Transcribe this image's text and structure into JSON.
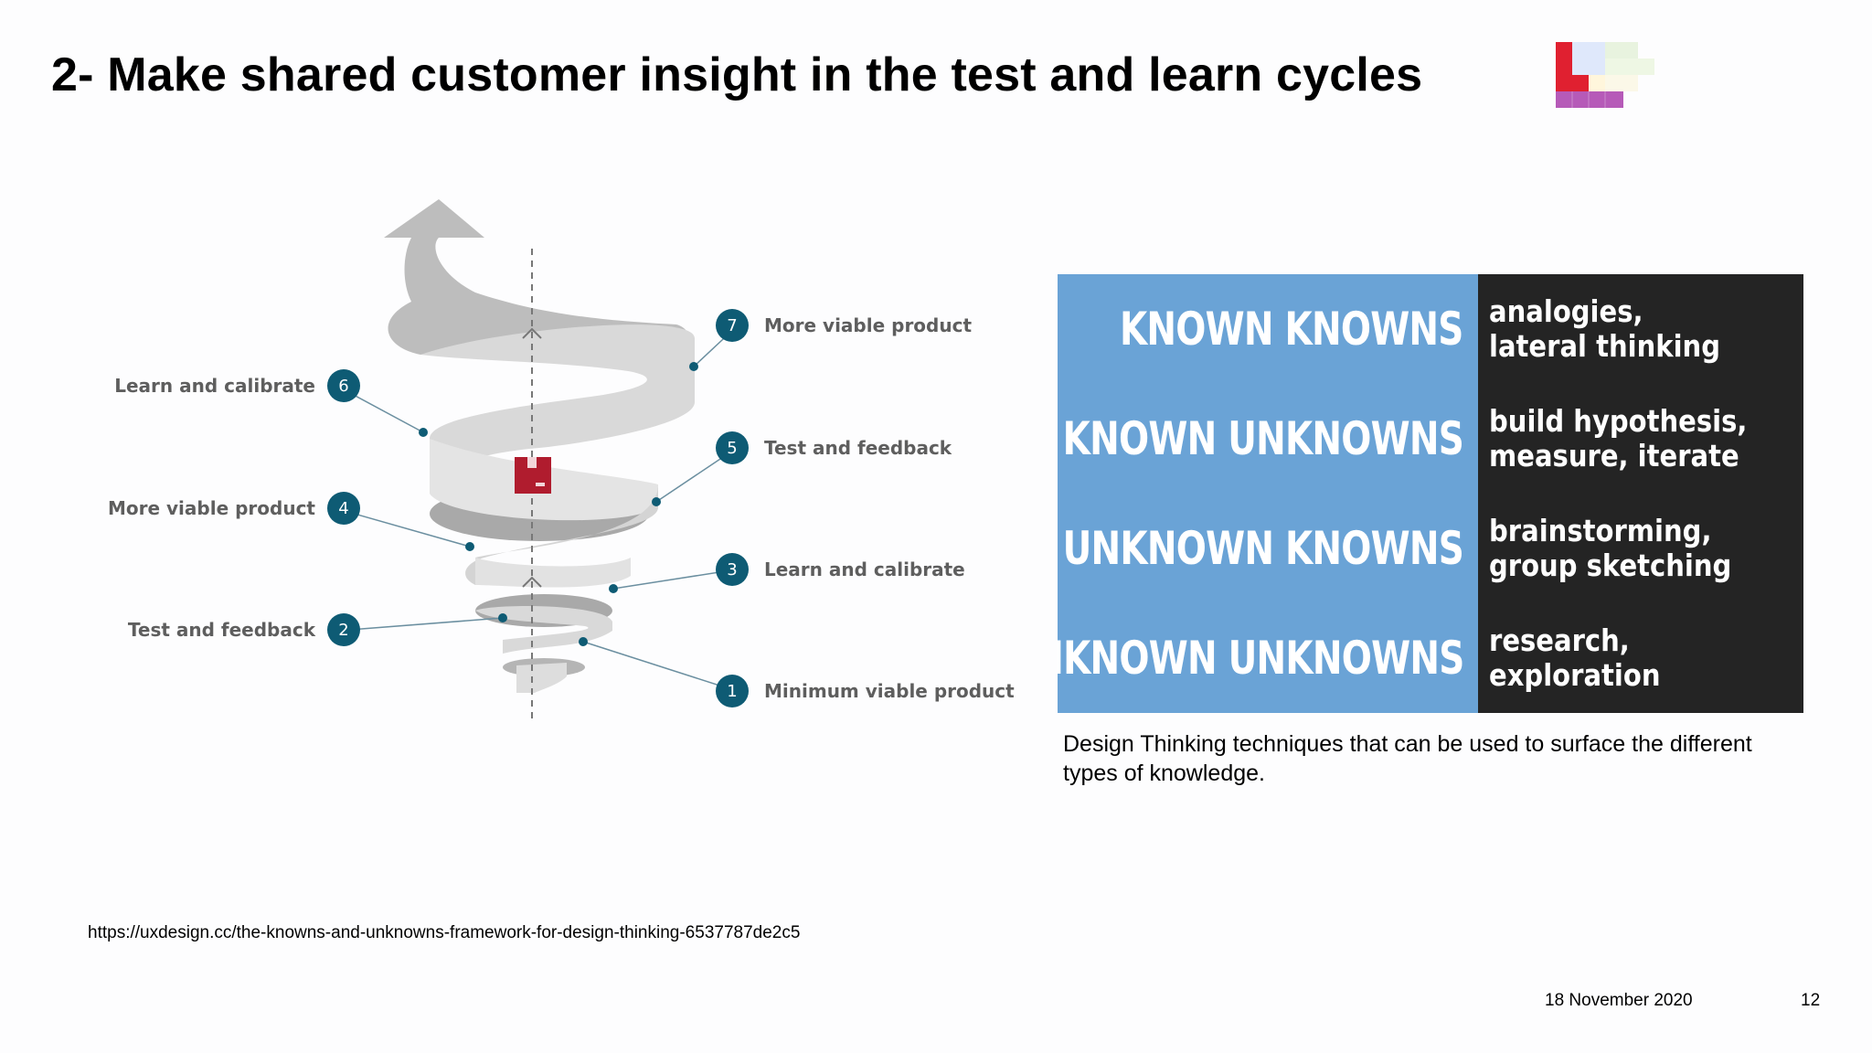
{
  "slide": {
    "title": "2- Make shared customer insight in the test and learn cycles",
    "caption": "Design Thinking techniques that can be used to surface the different types of knowledge.",
    "source_url": "https://uxdesign.cc/the-knowns-and-unknowns-framework-for-design-thinking-6537787de2c5",
    "date": "18 November 2020",
    "page_number": "12"
  },
  "spiral": {
    "steps": [
      {
        "number": "1",
        "label": "Minimum viable product"
      },
      {
        "number": "2",
        "label": "Test and feedback"
      },
      {
        "number": "3",
        "label": "Learn and calibrate"
      },
      {
        "number": "4",
        "label": "More viable product"
      },
      {
        "number": "5",
        "label": "Test and feedback"
      },
      {
        "number": "6",
        "label": "Learn and calibrate"
      },
      {
        "number": "7",
        "label": "More viable product"
      }
    ],
    "badge_color": "#0e5b74",
    "ribbon_color": "#d9d9d9"
  },
  "knowns": {
    "rows": [
      {
        "category": "KNOWN  KNOWNS",
        "techniques": "analogies,\nlateral thinking"
      },
      {
        "category": "KNOWN  UNKNOWNS",
        "techniques": "build hypothesis,\nmeasure, iterate"
      },
      {
        "category": "UNKNOWN  KNOWNS",
        "techniques": "brainstorming,\ngroup sketching"
      },
      {
        "category": "UNKNOWN  UNKNOWNS",
        "techniques": "research,\nexploration"
      }
    ],
    "left_color": "#6aa3d6",
    "right_color": "#242424"
  }
}
